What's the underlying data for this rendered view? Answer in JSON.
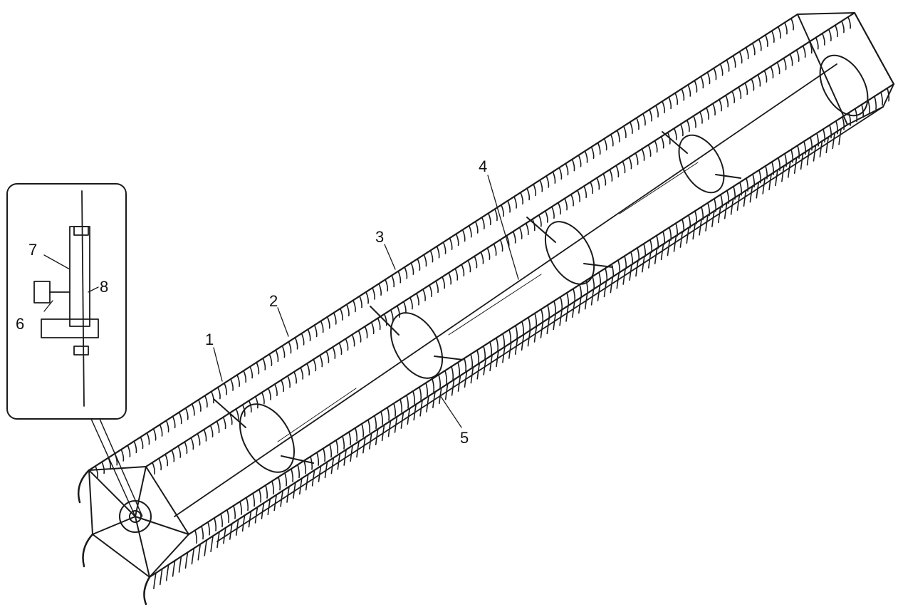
{
  "diagram": {
    "ink_color": "#1a1a1a",
    "background": "#ffffff",
    "callouts": [
      {
        "id": "c1",
        "text": "1"
      },
      {
        "id": "c2",
        "text": "2"
      },
      {
        "id": "c3",
        "text": "3"
      },
      {
        "id": "c4",
        "text": "4"
      },
      {
        "id": "c5",
        "text": "5"
      },
      {
        "id": "c6",
        "text": "6"
      },
      {
        "id": "c7",
        "text": "7"
      },
      {
        "id": "c8",
        "text": "8"
      }
    ]
  }
}
